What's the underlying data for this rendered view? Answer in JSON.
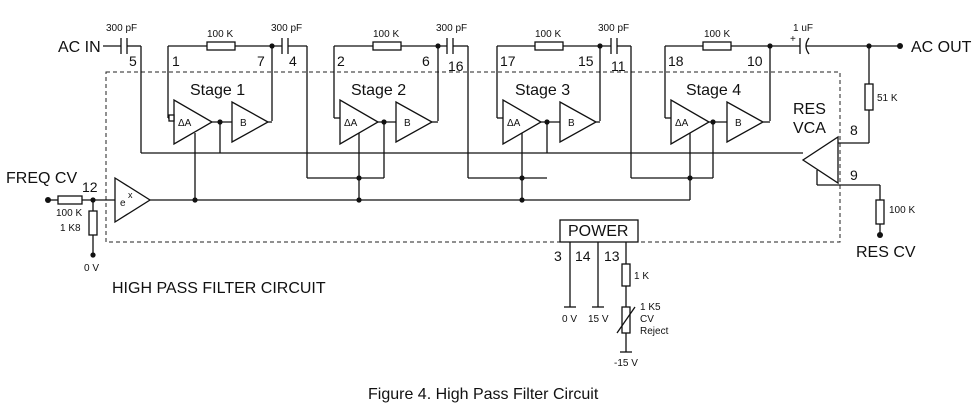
{
  "labels": {
    "ac_in": "AC IN",
    "ac_out": "AC OUT",
    "freq_cv": "FREQ CV",
    "res_cv": "RES CV",
    "res": "RES",
    "vca": "VCA",
    "power": "POWER",
    "circuit_title": "HIGH PASS FILTER CIRCUIT",
    "caption": "Figure 4. High Pass Filter Circuit",
    "exp_e": "e",
    "exp_x": "x",
    "delta_a": "ΔA",
    "amp_b": "B"
  },
  "stages": [
    {
      "label": "Stage 1",
      "pin_in": "1",
      "pin_out": "7"
    },
    {
      "label": "Stage 2",
      "pin_in": "2",
      "pin_out": "6"
    },
    {
      "label": "Stage 3",
      "pin_in": "17",
      "pin_out": "15"
    },
    {
      "label": "Stage 4",
      "pin_in": "18",
      "pin_out": "10"
    }
  ],
  "pins": {
    "p5": "5",
    "p4": "4",
    "p16": "16",
    "p11": "11",
    "p12": "12",
    "p8": "8",
    "p9": "9",
    "p3": "3",
    "p14": "14",
    "p13": "13"
  },
  "components": {
    "cap_1": "300 pF",
    "cap_2": "300 pF",
    "cap_3": "300 pF",
    "cap_4": "300 pF",
    "cap_out": "1 uF",
    "res_fb_1": "100 K",
    "res_fb_2": "100 K",
    "res_fb_3": "100 K",
    "res_fb_4": "100 K",
    "res_51k": "51 K",
    "res_freq_in": "100 K",
    "res_freq_gnd": "1 K8",
    "res_res_cv": "100 K",
    "res_power": "1 K",
    "trim_value": "1 K5",
    "trim_line1": "CV",
    "trim_line2": "Reject"
  },
  "voltages": {
    "freq_gnd": "0 V",
    "pwr_0v": "0 V",
    "pwr_15v": "15 V",
    "pwr_neg15v": "-15 V"
  },
  "cap_polarity": "+"
}
